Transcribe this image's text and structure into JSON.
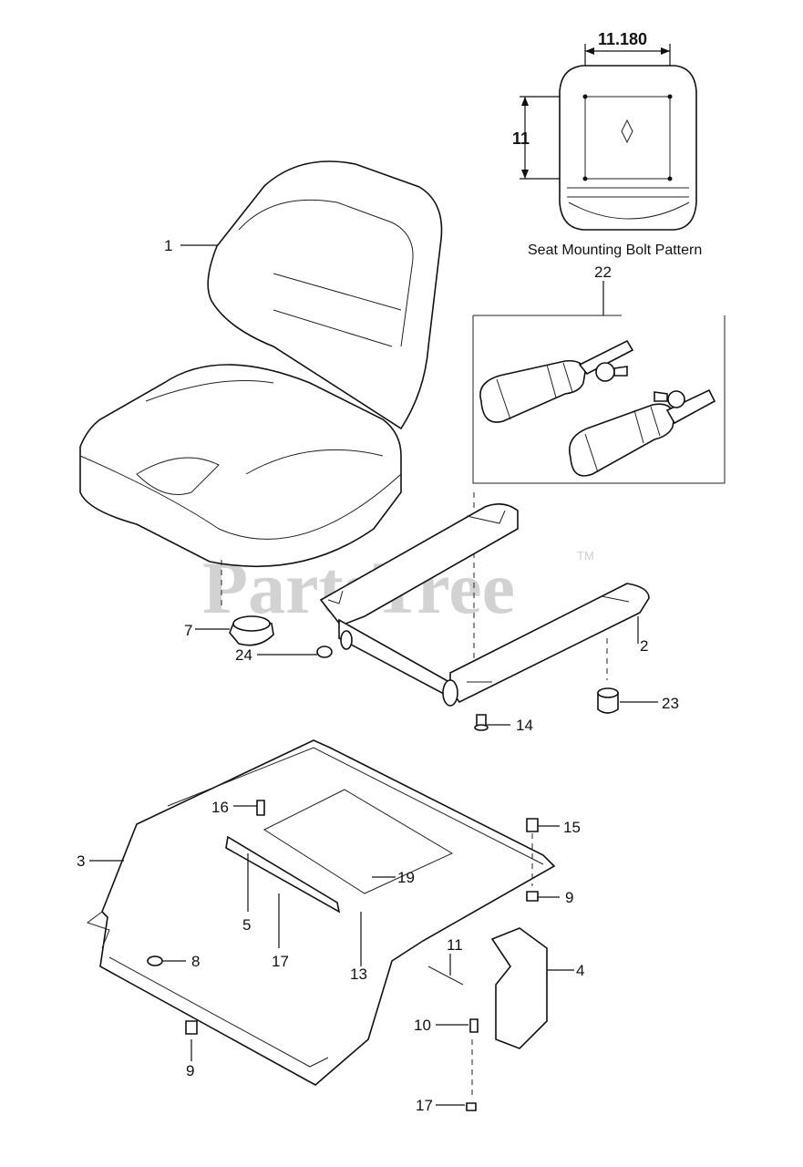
{
  "watermark": {
    "text": "PartsTree",
    "trademark": "TM"
  },
  "inset_pattern": {
    "width_dimension": "11.180",
    "height_dimension": "11",
    "caption": "Seat Mounting Bolt Pattern"
  },
  "callouts": {
    "c1": "1",
    "c2": "2",
    "c3": "3",
    "c4": "4",
    "c5": "5",
    "c7": "7",
    "c8": "8",
    "c9a": "9",
    "c9b": "9",
    "c10": "10",
    "c11": "11",
    "c13": "13",
    "c14": "14",
    "c15": "15",
    "c16": "16",
    "c17a": "17",
    "c17b": "17",
    "c19": "19",
    "c22": "22",
    "c23": "23",
    "c24": "24"
  }
}
